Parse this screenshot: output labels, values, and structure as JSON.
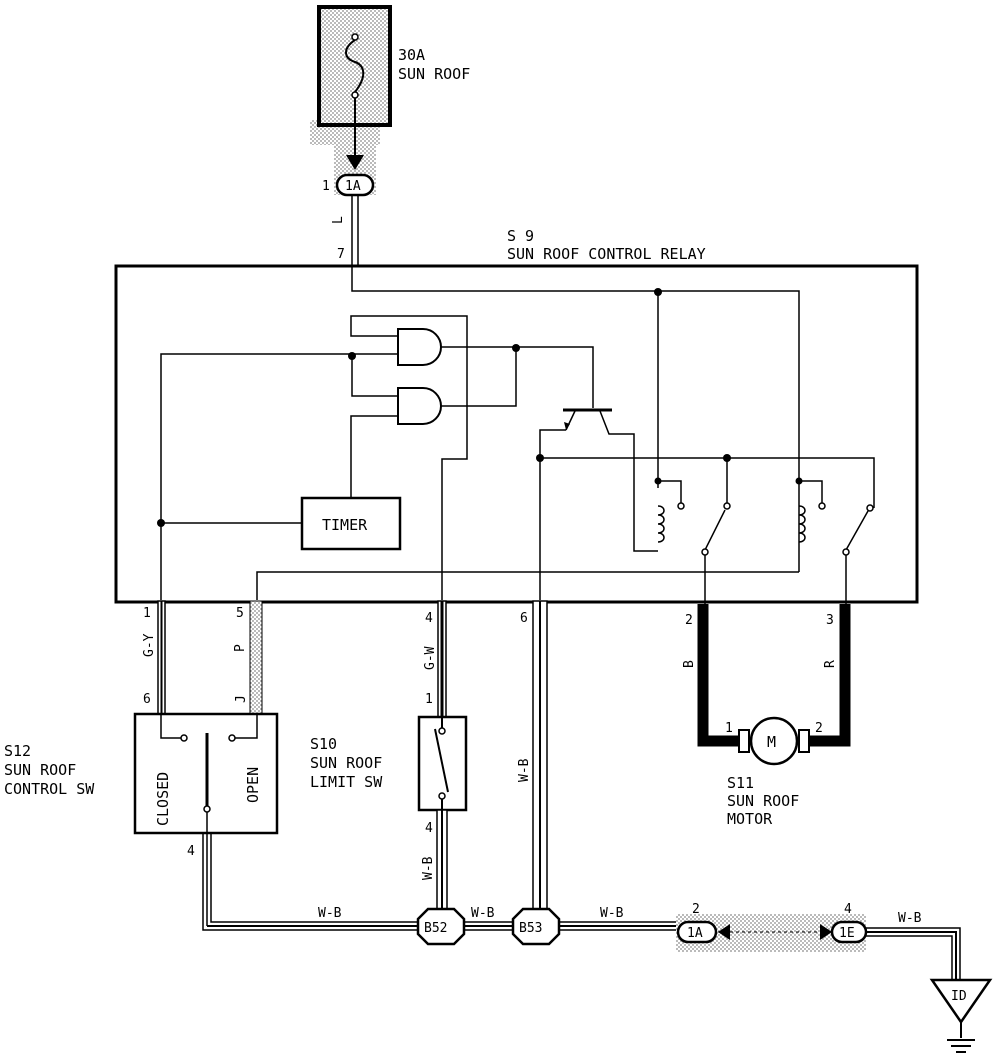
{
  "fuse": {
    "rating": "30A",
    "name": "SUN ROOF"
  },
  "connectors": {
    "top_pin": "1",
    "top_id": "1A",
    "j_2_pin": "2",
    "j_2_id": "1A",
    "j_4_pin": "4",
    "j_4_id": "1E",
    "splice_1": "B52",
    "splice_2": "B53",
    "ground": "ID"
  },
  "relay": {
    "code": "S 9",
    "name": "SUN ROOF CONTROL RELAY",
    "timer": "TIMER",
    "pins": {
      "p7": "7",
      "p1": "1",
      "p5": "5",
      "p4": "4",
      "p6": "6",
      "p2": "2",
      "p3": "3"
    }
  },
  "control_sw": {
    "code": "S12",
    "name_line1": "SUN ROOF",
    "name_line2": "CONTROL SW",
    "closed": "CLOSED",
    "open": "OPEN",
    "pin_top_left": "6",
    "pin_top_right": "J",
    "pin_bottom": "4"
  },
  "limit_sw": {
    "code": "S10",
    "name_line1": "SUN ROOF",
    "name_line2": "LIMIT SW",
    "pin_top": "1",
    "pin_bottom": "4"
  },
  "motor": {
    "code": "S11",
    "name_line1": "SUN ROOF",
    "name_line2": "MOTOR",
    "symbol": "M",
    "pin_left": "1",
    "pin_right": "2"
  },
  "wires": {
    "top": "L",
    "gy": "G-Y",
    "p": "P",
    "gw": "G-W",
    "wb_limit": "W-B",
    "wb_relay": "W-B",
    "b": "B",
    "r": "R",
    "wb_bottom1": "W-B",
    "wb_bottom2": "W-B",
    "wb_bottom3": "W-B",
    "wb_ground": "W-B"
  }
}
